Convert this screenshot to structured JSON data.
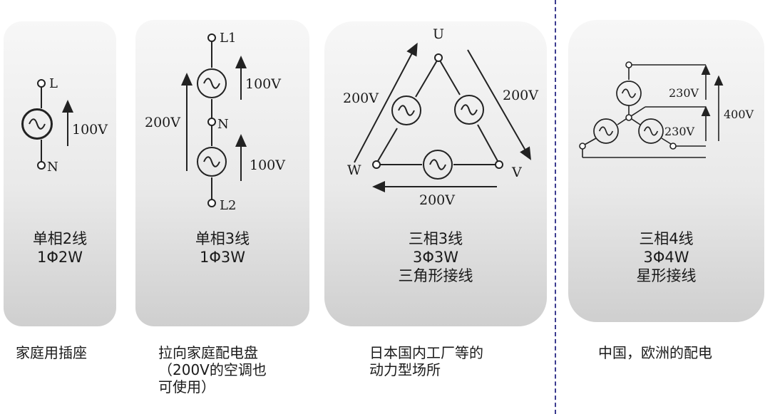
{
  "panels": [
    {
      "title": "单相2线",
      "code": "1Φ2W",
      "usage": "家庭用插座",
      "terminals": [
        "L",
        "N"
      ],
      "voltages": [
        "100V"
      ]
    },
    {
      "title": "单相3线",
      "code": "1Φ3W",
      "usage": "拉向家庭配电盘",
      "usage_line2": "（200V的空调也",
      "usage_line3": "可使用）",
      "terminals": [
        "L1",
        "N",
        "L2"
      ],
      "voltages": [
        "100V",
        "100V",
        "200V"
      ]
    },
    {
      "title": "三相3线",
      "code": "3Φ3W",
      "connection": "三角形接线",
      "usage": "日本国内工厂等的",
      "usage_line2": "动力型场所",
      "terminals": [
        "U",
        "V",
        "W"
      ],
      "voltages": [
        "200V",
        "200V",
        "200V"
      ]
    },
    {
      "title": "三相4线",
      "code": "3Φ4W",
      "connection": "星形接线",
      "usage": "中国，欧洲的配电",
      "voltages": [
        "230V",
        "230V",
        "400V"
      ]
    }
  ],
  "colors": {
    "card_top": "#f7f7f7",
    "card_bottom": "#cfcfcf",
    "divider": "#3b3b8f"
  }
}
